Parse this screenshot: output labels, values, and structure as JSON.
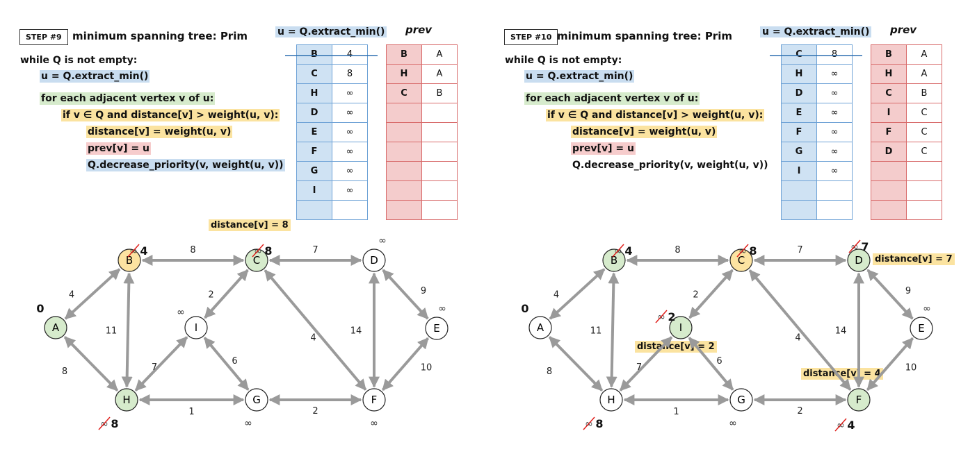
{
  "colors": {
    "node_green": "#d6ebcc",
    "node_yellow": "#fce3a1",
    "node_white": "#ffffff",
    "edge": "#9a9a9a",
    "strike": "#e0201c"
  },
  "inf_symbol": "∞",
  "panels": [
    {
      "step": "STEP #9",
      "title": "minimum spanning tree: Prim",
      "code": {
        "while": "while Q is not empty:",
        "extract": "u = Q.extract_min()",
        "foreach": "for each adjacent vertex v of u:",
        "ifcond": "if v ∈ Q and distance[v] > weight(u, v):",
        "assign": "distance[v] = weight(u, v)",
        "prev": "prev[v] = u",
        "decrease": "Q.decrease_priority(v, weight(u, v))"
      },
      "q_header": "u = Q.extract_min()",
      "prev_header": "prev",
      "queue": [
        {
          "k": "B",
          "v": "4"
        },
        {
          "k": "C",
          "v": "8"
        },
        {
          "k": "H",
          "v": "∞"
        },
        {
          "k": "D",
          "v": "∞"
        },
        {
          "k": "E",
          "v": "∞"
        },
        {
          "k": "F",
          "v": "∞"
        },
        {
          "k": "G",
          "v": "∞"
        },
        {
          "k": "I",
          "v": "∞"
        },
        {
          "k": "",
          "v": ""
        }
      ],
      "prev": [
        {
          "k": "B",
          "v": "A"
        },
        {
          "k": "H",
          "v": "A"
        },
        {
          "k": "C",
          "v": "B"
        },
        {
          "k": "",
          "v": ""
        },
        {
          "k": "",
          "v": ""
        },
        {
          "k": "",
          "v": ""
        },
        {
          "k": "",
          "v": ""
        },
        {
          "k": "",
          "v": ""
        },
        {
          "k": "",
          "v": ""
        }
      ],
      "callouts": [
        "distance[v] = 8"
      ],
      "nodes": [
        {
          "id": "A",
          "state": "green",
          "dist": "0",
          "struck": false
        },
        {
          "id": "B",
          "state": "yellow",
          "dist": "4",
          "struck": true
        },
        {
          "id": "C",
          "state": "green",
          "dist": "8",
          "struck": true
        },
        {
          "id": "D",
          "state": "white",
          "dist": "∞",
          "struck": false
        },
        {
          "id": "E",
          "state": "white",
          "dist": "∞",
          "struck": false
        },
        {
          "id": "F",
          "state": "white",
          "dist": "∞",
          "struck": false
        },
        {
          "id": "G",
          "state": "white",
          "dist": "∞",
          "struck": false
        },
        {
          "id": "H",
          "state": "green",
          "dist": "8",
          "struck": true
        },
        {
          "id": "I",
          "state": "white",
          "dist": "∞",
          "struck": false
        }
      ]
    },
    {
      "step": "STEP #10",
      "title": "minimum spanning tree: Prim",
      "code": {
        "while": "while Q is not empty:",
        "extract": "u = Q.extract_min()",
        "foreach": "for each adjacent vertex v of u:",
        "ifcond": "if v ∈ Q and distance[v] > weight(u, v):",
        "assign": "distance[v] = weight(u, v)",
        "prev": "prev[v] = u",
        "decrease": "Q.decrease_priority(v, weight(u, v))"
      },
      "q_header": "u = Q.extract_min()",
      "prev_header": "prev",
      "queue": [
        {
          "k": "C",
          "v": "8"
        },
        {
          "k": "H",
          "v": "∞"
        },
        {
          "k": "D",
          "v": "∞"
        },
        {
          "k": "E",
          "v": "∞"
        },
        {
          "k": "F",
          "v": "∞"
        },
        {
          "k": "G",
          "v": "∞"
        },
        {
          "k": "I",
          "v": "∞"
        },
        {
          "k": "",
          "v": ""
        },
        {
          "k": "",
          "v": ""
        }
      ],
      "prev": [
        {
          "k": "B",
          "v": "A"
        },
        {
          "k": "H",
          "v": "A"
        },
        {
          "k": "C",
          "v": "B"
        },
        {
          "k": "I",
          "v": "C"
        },
        {
          "k": "F",
          "v": "C"
        },
        {
          "k": "D",
          "v": "C"
        },
        {
          "k": "",
          "v": ""
        },
        {
          "k": "",
          "v": ""
        },
        {
          "k": "",
          "v": ""
        }
      ],
      "callouts": [
        "distance[v] = 7",
        "distance[v] = 2",
        "distance[v] = 4"
      ],
      "nodes": [
        {
          "id": "A",
          "state": "white",
          "dist": "0",
          "struck": false
        },
        {
          "id": "B",
          "state": "green",
          "dist": "4",
          "struck": true
        },
        {
          "id": "C",
          "state": "yellow",
          "dist": "8",
          "struck": true
        },
        {
          "id": "D",
          "state": "green",
          "dist": "7",
          "struck": true
        },
        {
          "id": "E",
          "state": "white",
          "dist": "∞",
          "struck": false
        },
        {
          "id": "F",
          "state": "green",
          "dist": "4",
          "struck": true
        },
        {
          "id": "G",
          "state": "white",
          "dist": "∞",
          "struck": false
        },
        {
          "id": "H",
          "state": "white",
          "dist": "8",
          "struck": true
        },
        {
          "id": "I",
          "state": "green",
          "dist": "2",
          "struck": true
        }
      ]
    }
  ],
  "edges": [
    {
      "from": "A",
      "to": "B",
      "w": "4"
    },
    {
      "from": "A",
      "to": "H",
      "w": "8"
    },
    {
      "from": "B",
      "to": "C",
      "w": "8"
    },
    {
      "from": "B",
      "to": "H",
      "w": "11"
    },
    {
      "from": "C",
      "to": "D",
      "w": "7"
    },
    {
      "from": "C",
      "to": "I",
      "w": "2"
    },
    {
      "from": "C",
      "to": "F",
      "w": "4"
    },
    {
      "from": "D",
      "to": "E",
      "w": "9"
    },
    {
      "from": "D",
      "to": "F",
      "w": "14"
    },
    {
      "from": "E",
      "to": "F",
      "w": "10"
    },
    {
      "from": "H",
      "to": "I",
      "w": "7"
    },
    {
      "from": "H",
      "to": "G",
      "w": "1"
    },
    {
      "from": "I",
      "to": "G",
      "w": "6"
    },
    {
      "from": "G",
      "to": "F",
      "w": "2"
    }
  ]
}
